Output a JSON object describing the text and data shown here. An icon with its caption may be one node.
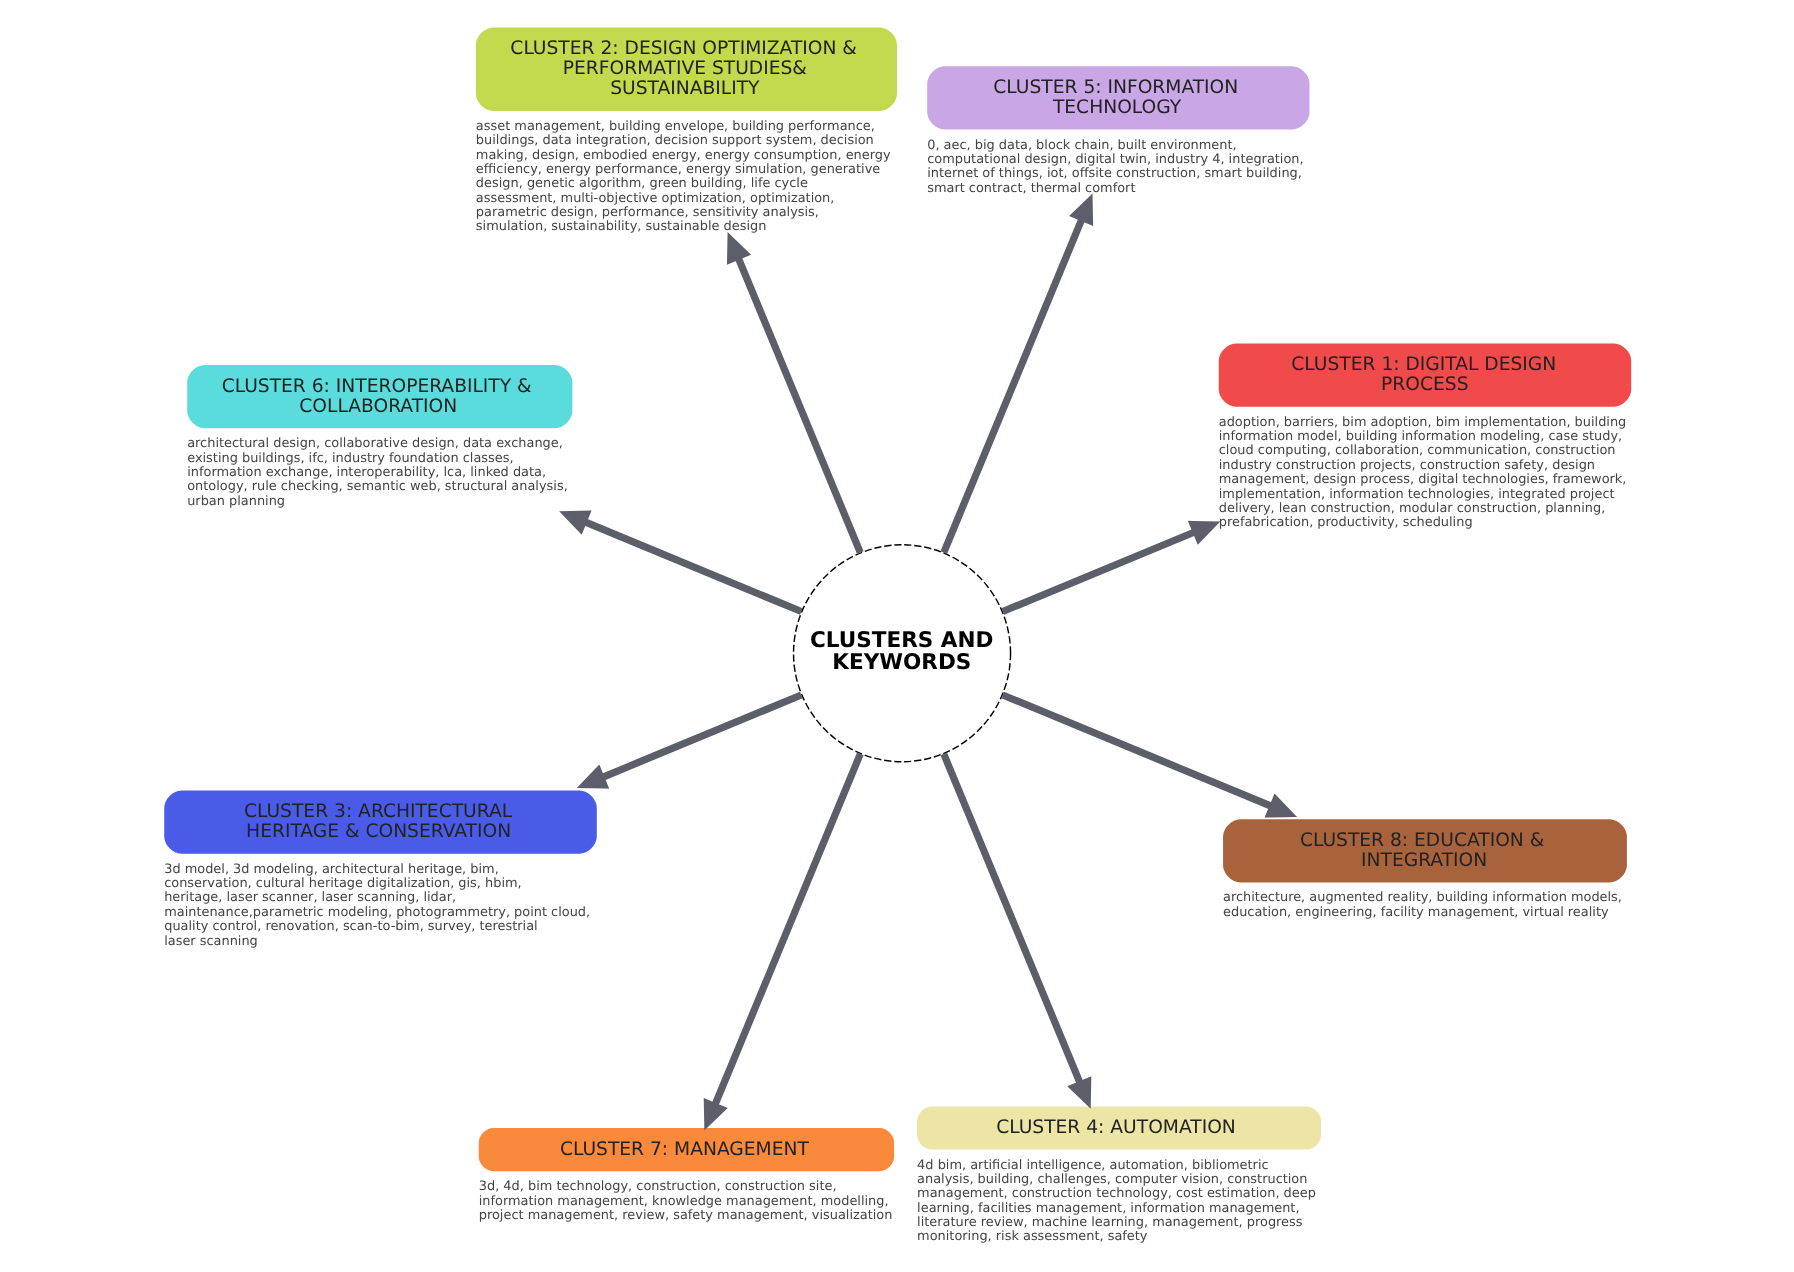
{
  "diagram": {
    "nodes": [
      {
        "text": [
          "CLUSTERS AND KEYWORDS"
        ]
      },
      {
        "text": [
          "CLUSTER 1: DIGITAL DESIGN PROCESS"
        ],
        "beside": [
          "adoption, barriers, bim adoption, bim implementation, building information model, building information modeling, case study, cloud computing, collaboration, communication, construction industry construction projects, construction safety, design management, design process, digital technologies, framework, implementation, information technologies, integrated project delivery, lean construction, modular construction, planning, prefabrication, productivity, scheduling"
        ]
      },
      {
        "text": [
          "CLUSTER 5: INFORMATION TECHNOLOGY"
        ],
        "beside": [
          "0, aec, big data, block chain, built environment, computational design, digital twin, industry 4, integration, internet of things, iot, offsite construction, smart building, smart contract, thermal comfort"
        ]
      },
      {
        "text": [
          "CLUSTER 2: DESIGN OPTIMIZATION & PERFORMATIVE STUDIES& SUSTAINABILITY"
        ],
        "beside": [
          "asset management, building envelope, building performance, buildings, data integration, decision support system, decision making, design, embodied energy, energy consumption, energy efficiency, energy performance, energy simulation, generative design, genetic algorithm, green building, life cycle assessment, multi-objective optimization, optimization, parametric design, performance, sensitivity analysis, simulation, sustainability, sustainable design"
        ]
      },
      {
        "text": [
          "CLUSTER 6: INTEROPERABILITY & COLLABORATION"
        ],
        "beside": [
          "architectural design, collaborative design, data exchange, existing buildings, ifc, industry foundation classes, information exchange, interoperability, lca, linked data, ontology, rule checking, semantic web, structural analysis, urban planning"
        ]
      },
      {
        "text": [
          "CLUSTER 3: ARCHITECTURAL HERITAGE & CONSERVATION"
        ],
        "beside": [
          "3d model, 3d modeling, architectural heritage, bim, conservation, cultural heritage digitalization, gis, hbim, heritage, laser scanner, laser scanning, lidar, maintenance,parametric modeling, photogrammetry, point cloud, quality control, renovation, scan-to-bim, survey, terestrial laser scanning"
        ]
      },
      {
        "text": [
          "CLUSTER 7: MANAGEMENT"
        ],
        "beside": [
          "3d, 4d, bim technology, construction, construction site, information management, knowledge management, modelling, project management, review, safety management, visualization"
        ]
      },
      {
        "text": [
          "CLUSTER 4: AUTOMATION"
        ],
        "beside": [
          "4d bim, artificial intelligence, automation, bibliometric analysis, building, challenges, computer vision, construction management, construction technology, cost estimation, deep learning, facilities management, information management, literature review, machine learning, management, progress monitoring, risk assessment, safety"
        ]
      },
      {
        "text": [
          "CLUSTER 8: EDUCATION & INTEGRATION"
        ],
        "beside": [
          "architecture, augmented reality, building information models, education, engineering, facility management, virtual reality"
        ]
      }
    ],
    "edges": [
      {
        "from": 0,
        "to": 2,
        "arrow": "to"
      },
      {
        "from": 0,
        "to": 4,
        "arrow": "to"
      },
      {
        "from": 0,
        "to": 6,
        "arrow": "to"
      },
      {
        "from": 0,
        "to": 8,
        "arrow": "to"
      },
      {
        "from": 0,
        "to": 7,
        "arrow": "to"
      },
      {
        "from": 0,
        "to": 5,
        "arrow": "to"
      },
      {
        "from": 0,
        "to": 3,
        "arrow": "to"
      },
      {
        "from": 0,
        "to": 1,
        "arrow": "to"
      }
    ]
  }
}
